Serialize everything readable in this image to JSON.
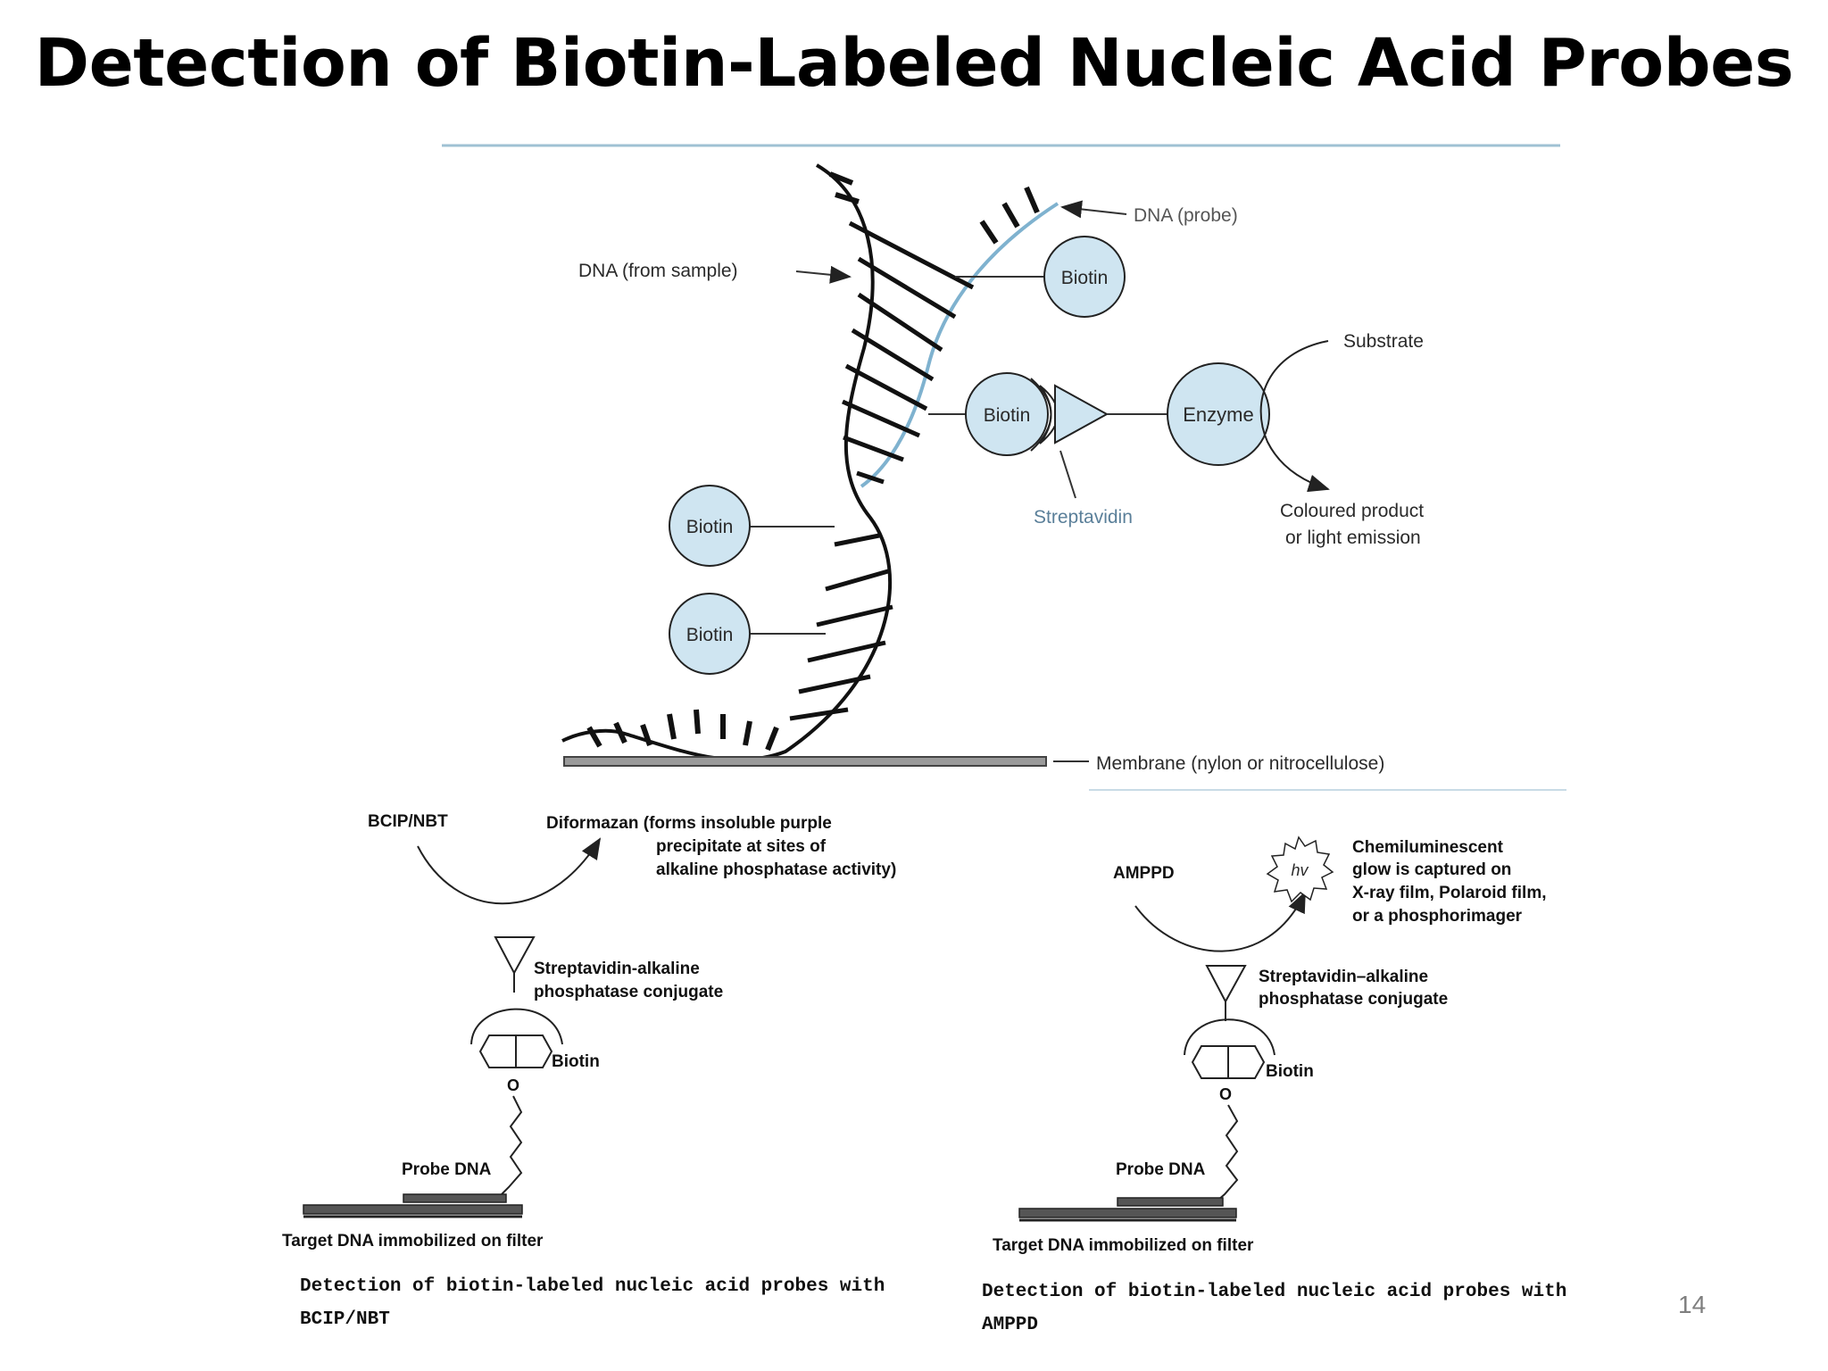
{
  "slide": {
    "title": "Detection of Biotin-Labeled Nucleic Acid Probes",
    "page_number": "14"
  },
  "top_diagram": {
    "dna_probe": "DNA (probe)",
    "dna_sample": "DNA (from sample)",
    "biotin": "Biotin",
    "substrate": "Substrate",
    "enzyme": "Enzyme",
    "streptavidin": "Streptavidin",
    "product_line1": "Coloured product",
    "product_line2": "or light emission",
    "membrane": "Membrane (nylon or nitrocellulose)",
    "colors": {
      "biotin_fill": "#cfe5f1",
      "probe_strand": "#7fb2cf",
      "rule": "#9fc1d3"
    }
  },
  "left_panel": {
    "reagent": "BCIP/NBT",
    "product_line1": "Diformazan (forms insoluble purple",
    "product_line2": "precipitate at sites of",
    "product_line3": "alkaline phosphatase activity)",
    "conjugate_line1": "Streptavidin-alkaline",
    "conjugate_line2": "phosphatase conjugate",
    "biotin": "Biotin",
    "oxygen": "O",
    "probe": "Probe DNA",
    "target": "Target DNA immobilized on filter",
    "caption_line1": "Detection of biotin-labeled nucleic acid probes with",
    "caption_line2": "BCIP/NBT"
  },
  "right_panel": {
    "reagent": "AMPPD",
    "hv": "hv",
    "glow_line1": "Chemiluminescent",
    "glow_line2": "glow is captured on",
    "glow_line3": "X-ray film, Polaroid film,",
    "glow_line4": "or a phosphorimager",
    "conjugate_line1": "Streptavidin–alkaline",
    "conjugate_line2": "phosphatase conjugate",
    "biotin": "Biotin",
    "oxygen": "O",
    "probe": "Probe DNA",
    "target": "Target DNA immobilized on filter",
    "caption_line1": "Detection of biotin-labeled nucleic acid probes with",
    "caption_line2": "AMPPD"
  }
}
